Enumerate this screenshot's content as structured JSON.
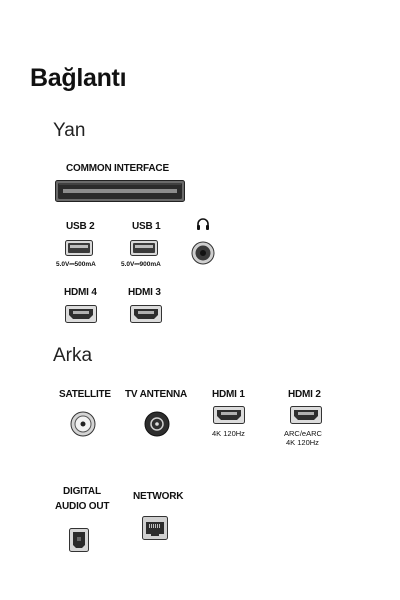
{
  "page": {
    "title": "Bağlantı",
    "side_heading": "Yan",
    "rear_heading": "Arka"
  },
  "side": {
    "common_interface": {
      "label": "COMMON INTERFACE"
    },
    "usb2": {
      "label": "USB 2",
      "spec": "5.0V⎓500mA"
    },
    "usb1": {
      "label": "USB 1",
      "spec": "5.0V⎓900mA"
    },
    "headphone": {
      "icon": "headphone-icon"
    },
    "hdmi4": {
      "label": "HDMI 4"
    },
    "hdmi3": {
      "label": "HDMI 3"
    }
  },
  "rear": {
    "satellite": {
      "label": "SATELLITE"
    },
    "tv_antenna": {
      "label": "TV ANTENNA"
    },
    "hdmi1": {
      "label": "HDMI 1",
      "note": "4K 120Hz"
    },
    "hdmi2": {
      "label": "HDMI 2",
      "note_line1": "ARC/eARC",
      "note_line2": "4K 120Hz"
    },
    "digital_audio": {
      "label_line1": "DIGITAL",
      "label_line2": "AUDIO OUT"
    },
    "network": {
      "label": "NETWORK"
    }
  },
  "colors": {
    "text": "#111111",
    "port_dark": "#2b2b2b",
    "port_light": "#e6e6e6"
  }
}
